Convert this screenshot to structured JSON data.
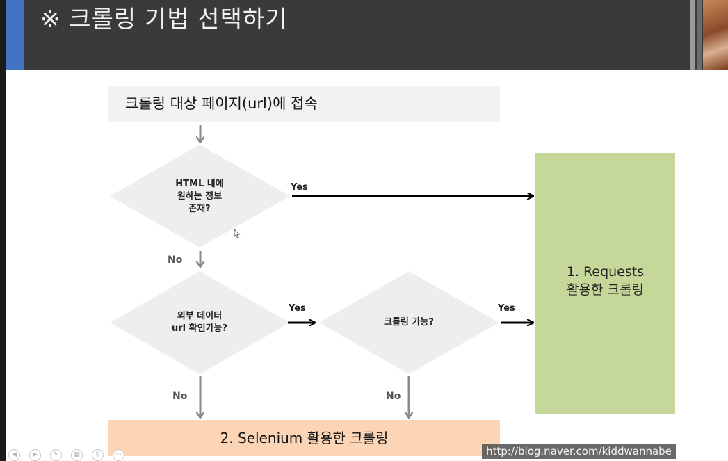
{
  "slide": {
    "title": "※ 크롤링 기법 선택하기"
  },
  "flow": {
    "start": "크롤링 대상 페이지(url)에 접속",
    "decision1": [
      "HTML 내에",
      "원하는 정보",
      "존재?"
    ],
    "decision2": [
      "외부 데이터",
      "url 확인가능?"
    ],
    "decision3": "크롤링 가능?",
    "requests": [
      "1. Requests",
      "활용한 크롤링"
    ],
    "selenium": "2. Selenium 활용한 크롤링",
    "yes": "Yes",
    "no": "No"
  },
  "watermark": "http://blog.naver.com/kiddwannabe",
  "controls": [
    "prev-icon",
    "next-icon",
    "pen-icon",
    "slides-icon",
    "zoom-icon",
    "more-icon"
  ],
  "colors": {
    "header": "#3a3a3a",
    "accent": "#4472c4",
    "start_box": "#f2f2f2",
    "diamond": "#eeeeee",
    "requests_box": "#c5d89a",
    "selenium_box": "#fbd5b5",
    "gray_arrow": "#8a8a8a"
  }
}
